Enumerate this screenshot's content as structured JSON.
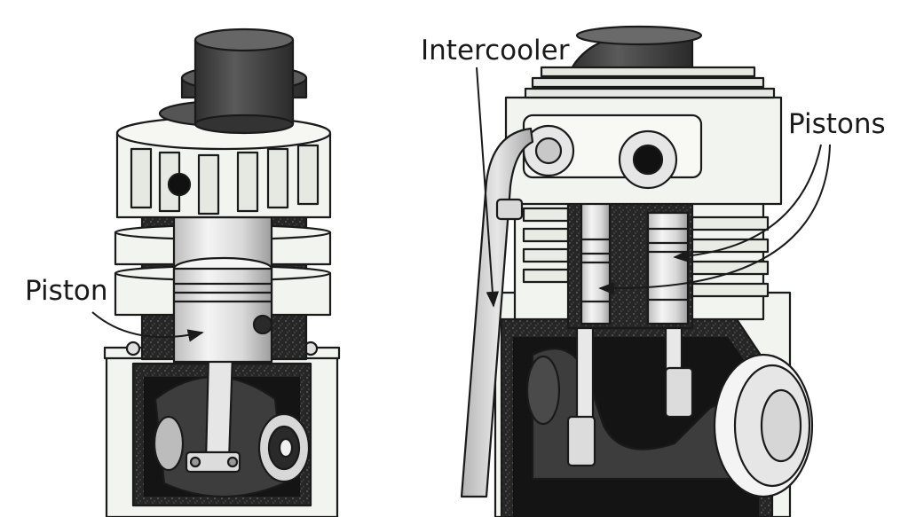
{
  "diagram": {
    "labels": {
      "piston": "Piston",
      "intercooler": "Intercooler",
      "pistons": "Pistons"
    },
    "colors": {
      "outline": "#1a1a1a",
      "metal_light": "#eeeeee",
      "housing": "#f2f4ef",
      "dark_part": "#3a3a3a",
      "cap": "#4a4a4a",
      "cutaway": "#262626"
    }
  }
}
